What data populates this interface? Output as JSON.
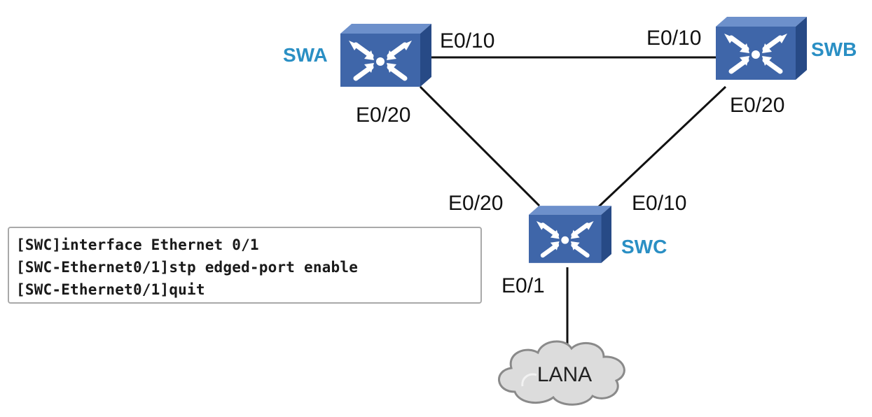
{
  "colors": {
    "link": "#111111",
    "switch_label": "#2a8fc4",
    "switch_front": "#3f66a9",
    "switch_top": "#6d90cb",
    "switch_side": "#274a86",
    "cloud_fill": "#dcdcdc",
    "cloud_stroke": "#8a8a8a"
  },
  "switches": [
    {
      "id": "swa",
      "name": "SWA",
      "icon": "switch-icon"
    },
    {
      "id": "swb",
      "name": "SWB",
      "icon": "switch-icon"
    },
    {
      "id": "swc",
      "name": "SWC",
      "icon": "switch-icon"
    }
  ],
  "ports": {
    "swa_e010": "E0/10",
    "swb_e010": "E0/10",
    "swa_e020": "E0/20",
    "swb_e020": "E0/20",
    "swc_e020": "E0/20",
    "swc_e010": "E0/10",
    "swc_e01": "E0/1"
  },
  "cloud": {
    "label": "LANA",
    "icon": "cloud-icon"
  },
  "cli": {
    "lines": [
      "[SWC]interface Ethernet 0/1",
      "[SWC-Ethernet0/1]stp edged-port enable",
      "[SWC-Ethernet0/1]quit"
    ]
  }
}
